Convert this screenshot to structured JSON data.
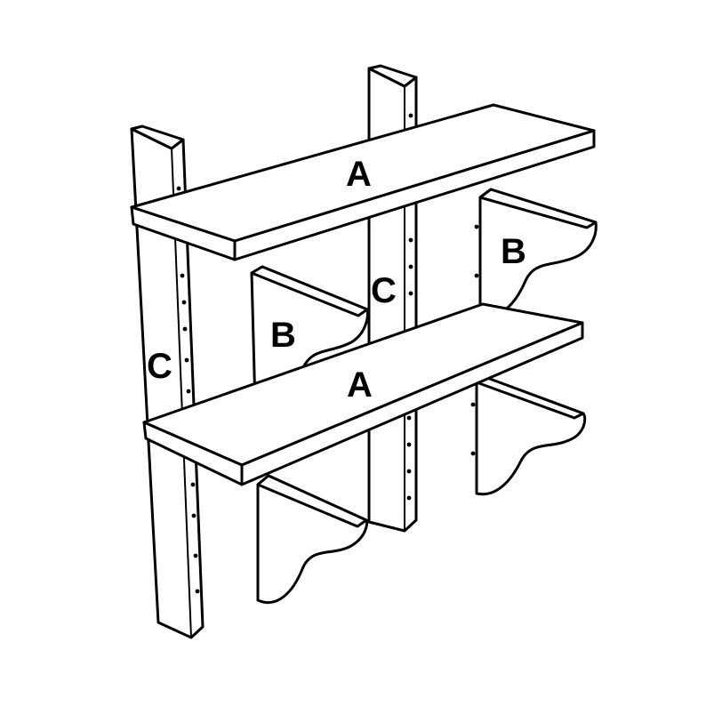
{
  "labels": {
    "shelf_top": "A",
    "shelf_bottom": "A",
    "bracket_upper_right": "B",
    "bracket_upper_left": "B",
    "upright_left": "C",
    "upright_right": "C"
  },
  "colors": {
    "line": "#000000",
    "fill": "#ffffff"
  }
}
